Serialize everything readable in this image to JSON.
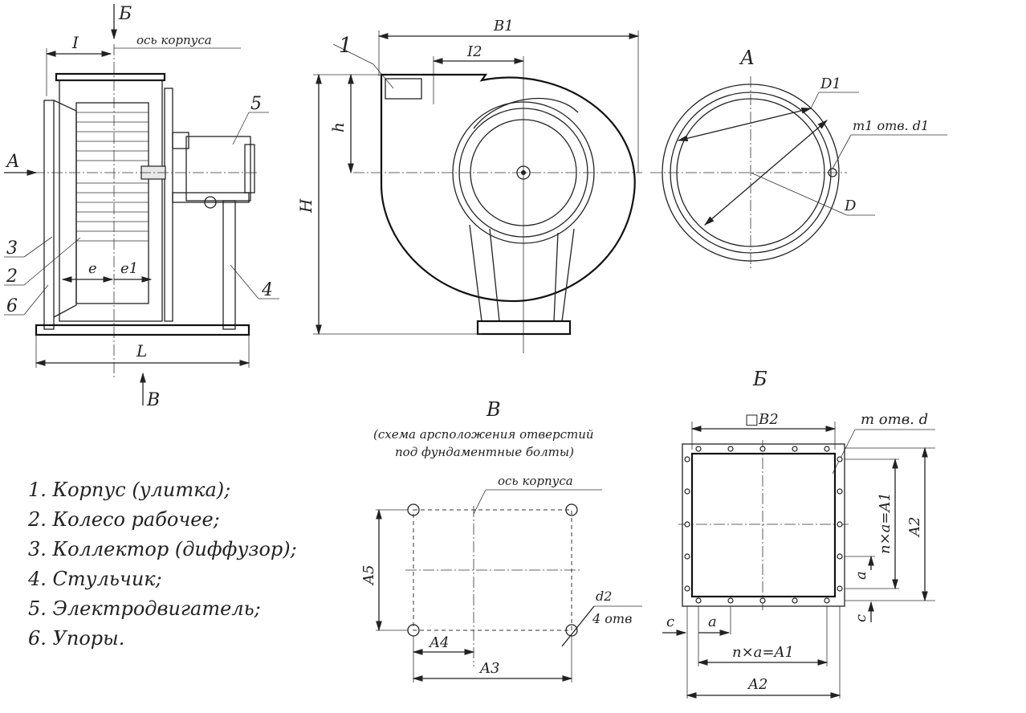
{
  "side_view": {
    "view_b_arrow": "Б",
    "dim_I": "I",
    "axis_label": "ось корпуса",
    "callout_5": "5",
    "view_a_arrow": "А",
    "callout_3": "3",
    "callout_2": "2",
    "callout_6": "6",
    "callout_4": "4",
    "dim_e": "e",
    "dim_e1": "e1",
    "dim_L": "L",
    "view_v_arrow": "В"
  },
  "front_view": {
    "callout_1": "1",
    "dim_B1": "B1",
    "dim_I2": "I2",
    "dim_h": "h",
    "dim_H": "H"
  },
  "view_a": {
    "title": "А",
    "dim_D1": "D1",
    "holes": "m1 отв. d1",
    "dim_D": "D"
  },
  "view_b": {
    "title": "Б",
    "dim_B2": "□B2",
    "holes": "m отв. d",
    "dim_nxa_vertical": "n×a=A1",
    "dim_A2_vertical": "A2",
    "dim_a_vertical": "a",
    "dim_c_vertical": "c",
    "dim_c_horizontal": "c",
    "dim_a_horizontal": "a",
    "dim_nxa_horizontal": "n×a=A1",
    "dim_A2_horizontal": "A2"
  },
  "view_v": {
    "title": "В",
    "subtitle_line1": "(схема арсположения отверстий",
    "subtitle_line2": "под фундаментные болты)",
    "axis_label": "ось корпуса",
    "dim_A5": "A5",
    "dim_A4": "A4",
    "dim_A3": "A3",
    "dim_d2": "d2",
    "holes": "4 отв"
  },
  "legend": [
    "1. Корпус (улитка);",
    "2. Колесо рабочее;",
    "3. Коллектор (диффузор);",
    "4. Стульчик;",
    "5. Электродвигатель;",
    "6. Упоры."
  ]
}
